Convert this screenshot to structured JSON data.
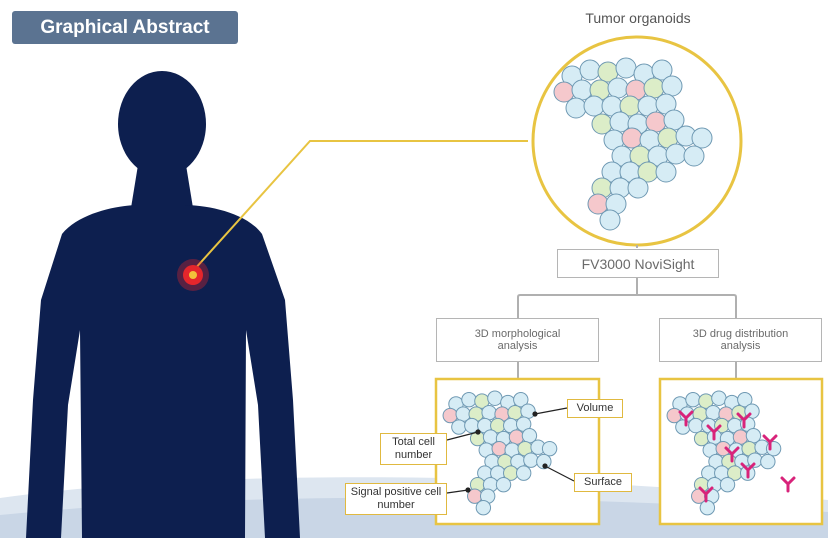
{
  "header": {
    "title": "Graphical Abstract"
  },
  "organoids_label": "Tumor organoids",
  "instrument": "FV3000 NoviSight",
  "analysis": {
    "morphological": "3D morphological analysis",
    "drug": "3D drug distribution analysis"
  },
  "callouts": {
    "volume": "Volume",
    "total_cells": "Total cell number",
    "surface": "Surface",
    "signal_positive": "Signal positive cell number"
  },
  "colors": {
    "badge": "#5b7391",
    "body": "#0d1f4f",
    "highlight": "#e8c442",
    "tumor": "#e5262c",
    "cell_blue": "#d6ecf5",
    "cell_green": "#dcedc8",
    "cell_pink": "#f5c8cc",
    "antibody": "#d8237a"
  }
}
